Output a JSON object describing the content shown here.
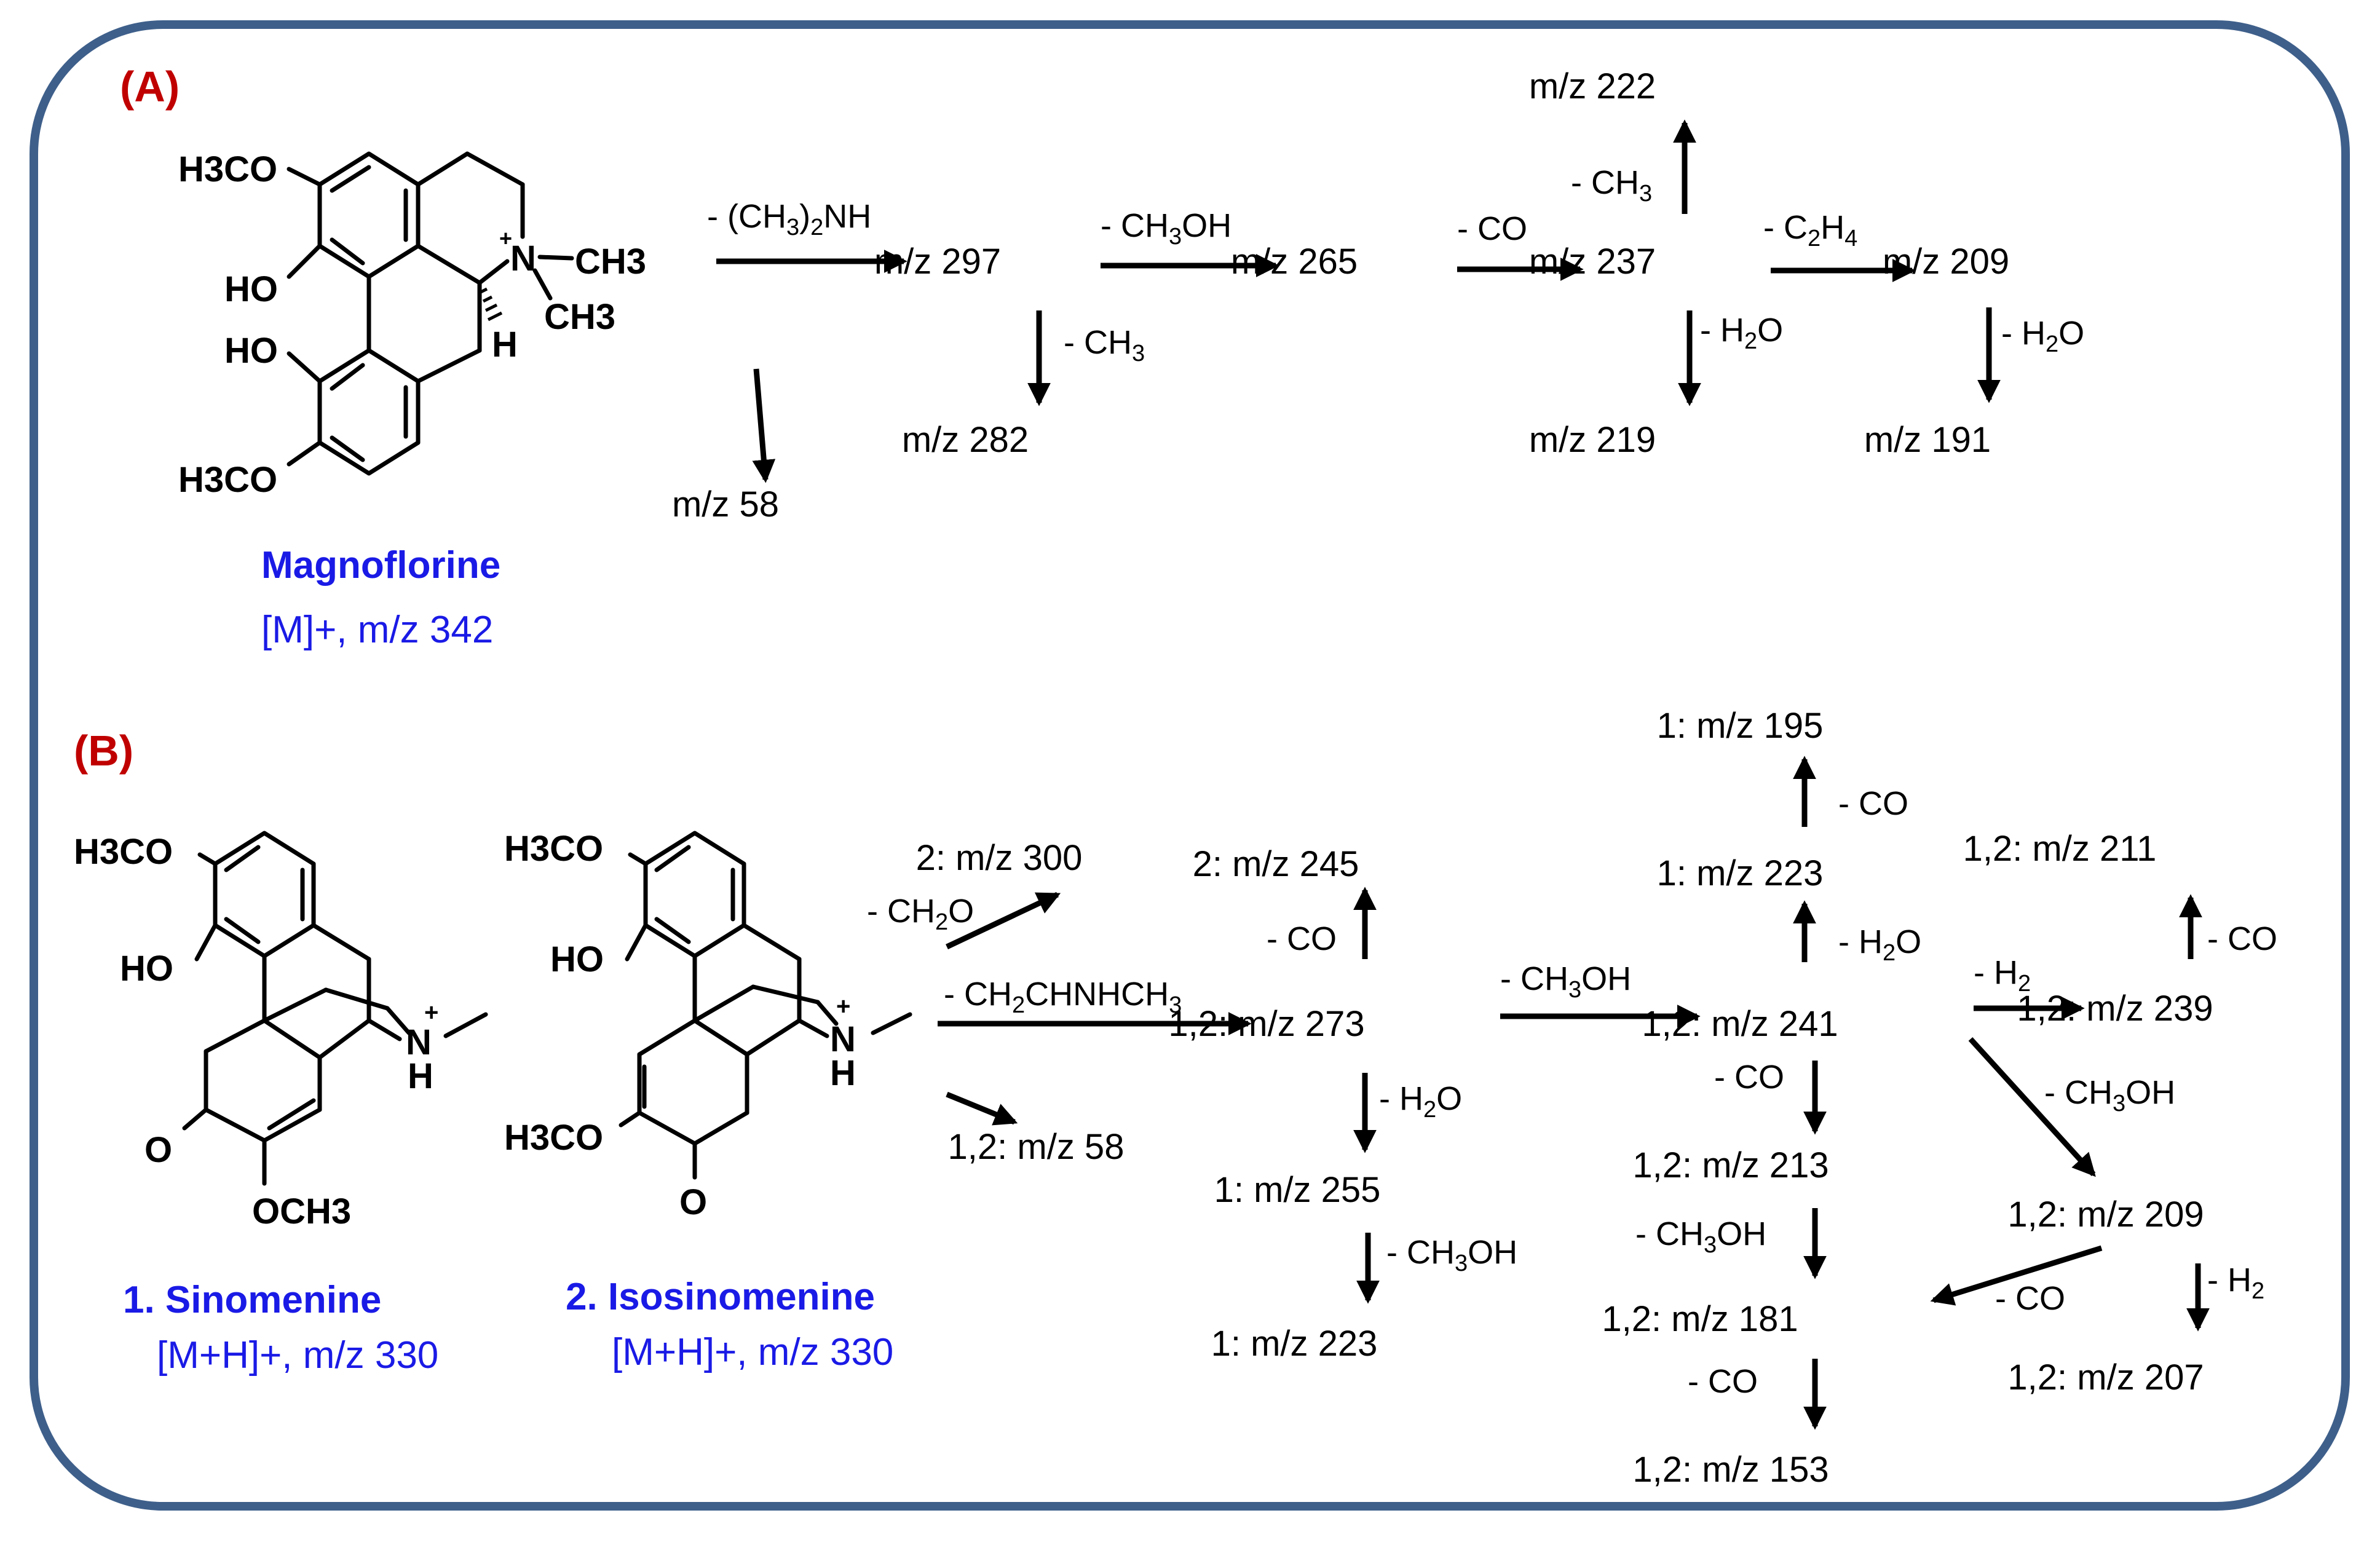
{
  "panels": {
    "a": "(A)",
    "b": "(B)"
  },
  "colors": {
    "frame": "#3e5f8a",
    "panel_label": "#c00000",
    "compound": "#1a1ae6",
    "text": "#000000"
  },
  "structure_labels": {
    "mag_h3co_top": "H3CO",
    "mag_ho1": "HO",
    "mag_ho2": "HO",
    "mag_h3co_bot": "H3CO",
    "mag_nplus": "+",
    "mag_n": "N",
    "mag_ch3a": "CH3",
    "mag_ch3b": "CH3",
    "mag_h": "H",
    "sin_h3co": "H3CO",
    "sin_ho": "HO",
    "sin_o": "O",
    "sin_och3": "OCH3",
    "sin_n": "N",
    "sin_plus": "+",
    "sin_h": "H",
    "iso_h3co_top": "H3CO",
    "iso_ho": "HO",
    "iso_h3co_bot": "H3CO",
    "iso_o": "O",
    "iso_n": "N",
    "iso_plus": "+",
    "iso_h": "H"
  },
  "compounds": {
    "magnoflorine": {
      "name": "Magnoflorine",
      "ion": "[M]+, m/z 342"
    },
    "sinomenine": {
      "name": "1. Sinomenine",
      "ion": "[M+H]+, m/z 330"
    },
    "isosinomenine": {
      "name": "2. Isosinomenine",
      "ion": "[M+H]+, m/z 330"
    }
  },
  "diagram": {
    "nodes": [
      {
        "id": "a297",
        "label": "m/z 297"
      },
      {
        "id": "a282",
        "label": "m/z 282"
      },
      {
        "id": "a58",
        "label": "m/z 58"
      },
      {
        "id": "a265",
        "label": "m/z 265"
      },
      {
        "id": "a237",
        "label": "m/z 237"
      },
      {
        "id": "a222",
        "label": "m/z 222"
      },
      {
        "id": "a219",
        "label": "m/z 219"
      },
      {
        "id": "a209",
        "label": "m/z 209"
      },
      {
        "id": "a191",
        "label": "m/z 191"
      },
      {
        "id": "b300",
        "label": "2: m/z 300"
      },
      {
        "id": "b273",
        "label": "1,2: m/z 273"
      },
      {
        "id": "b58",
        "label": "1,2: m/z 58"
      },
      {
        "id": "b245",
        "label": "2: m/z 245"
      },
      {
        "id": "b255",
        "label": "1: m/z 255"
      },
      {
        "id": "b223a",
        "label": "1: m/z 223"
      },
      {
        "id": "b241",
        "label": "1,2: m/z 241"
      },
      {
        "id": "b223b",
        "label": "1: m/z 223"
      },
      {
        "id": "b195",
        "label": "1: m/z 195"
      },
      {
        "id": "b213",
        "label": "1,2: m/z 213"
      },
      {
        "id": "b181",
        "label": "1,2: m/z 181"
      },
      {
        "id": "b153",
        "label": "1,2: m/z 153"
      },
      {
        "id": "b239",
        "label": "1,2:  m/z 239"
      },
      {
        "id": "b211",
        "label": "1,2:  m/z 211"
      },
      {
        "id": "b209",
        "label": "1,2:  m/z 209"
      },
      {
        "id": "b207",
        "label": "1,2: m/z 207"
      }
    ],
    "losses": [
      {
        "id": "l1",
        "text": "- (CH3)2NH"
      },
      {
        "id": "l2",
        "text": "- CH3OH"
      },
      {
        "id": "l3",
        "text": "- CH3"
      },
      {
        "id": "l4",
        "text": "- CO"
      },
      {
        "id": "l5",
        "text": "- CH3"
      },
      {
        "id": "l6",
        "text": "- C2H4"
      },
      {
        "id": "l7",
        "text": "- H2O"
      },
      {
        "id": "l8",
        "text": "- H2O"
      },
      {
        "id": "l9",
        "text": "- CH2O"
      },
      {
        "id": "l10",
        "text": "- CH2CHNHCH3"
      },
      {
        "id": "l11",
        "text": "- CO"
      },
      {
        "id": "l12",
        "text": "- H2O"
      },
      {
        "id": "l13",
        "text": "- CH3OH"
      },
      {
        "id": "l14",
        "text": "- CH3OH"
      },
      {
        "id": "l15",
        "text": "- CO"
      },
      {
        "id": "l16",
        "text": "- H2O"
      },
      {
        "id": "l17",
        "text": "- CO"
      },
      {
        "id": "l18",
        "text": "- H2"
      },
      {
        "id": "l19",
        "text": "- CO"
      },
      {
        "id": "l20",
        "text": "- CH3OH"
      },
      {
        "id": "l21",
        "text": "- CH3OH"
      },
      {
        "id": "l22",
        "text": "- CO"
      },
      {
        "id": "l23",
        "text": "- H2"
      },
      {
        "id": "l24",
        "text": "- CO"
      }
    ]
  }
}
